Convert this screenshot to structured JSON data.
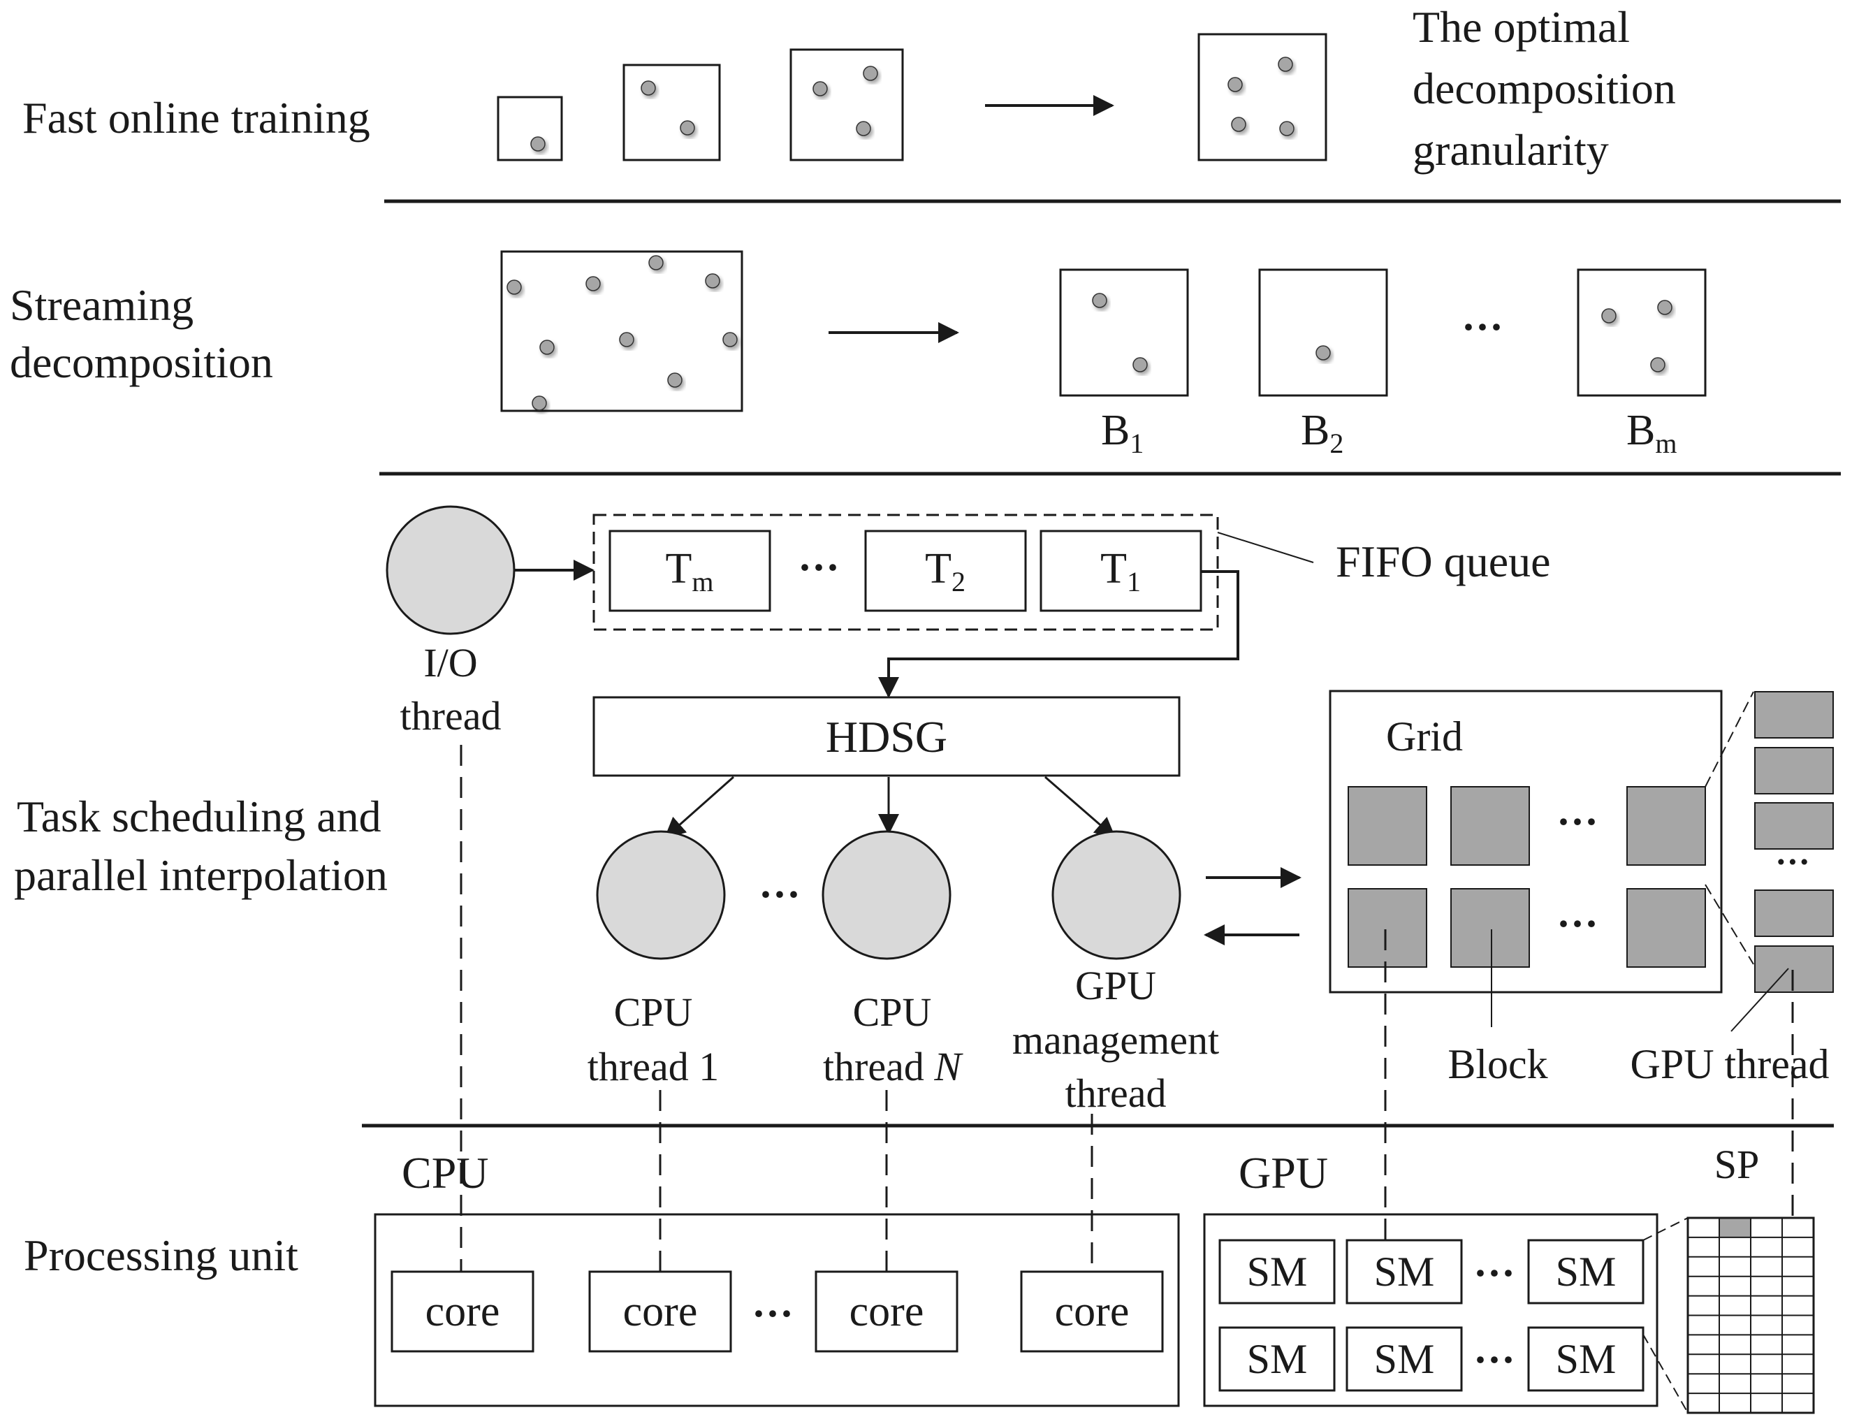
{
  "sections": {
    "training": "Fast online training",
    "streaming_1": "Streaming",
    "streaming_2": "decomposition",
    "scheduling_1": "Task scheduling and",
    "scheduling_2": "parallel interpolation",
    "processing": "Processing unit"
  },
  "training": {
    "result_1": "The optimal",
    "result_2": "decomposition",
    "result_3": "granularity"
  },
  "streaming": {
    "ellipsis": "···",
    "blocks": [
      {
        "base": "B",
        "sub": "1"
      },
      {
        "base": "B",
        "sub": "2"
      },
      {
        "base": "B",
        "sub": "m"
      }
    ]
  },
  "queue": {
    "label": "FIFO queue",
    "ellipsis": "···",
    "tasks": [
      {
        "base": "T",
        "sub": "m"
      },
      {
        "base": "T",
        "sub": "2"
      },
      {
        "base": "T",
        "sub": "1"
      }
    ]
  },
  "io_thread": {
    "line1": "I/O",
    "line2": "thread"
  },
  "hdsg": "HDSG",
  "threads": {
    "cpu1_line1": "CPU",
    "cpu1_line2": "thread 1",
    "cpun_line1": "CPU",
    "cpun_line2_a": "thread ",
    "cpun_line2_b": "N",
    "gpu_line1": "GPU",
    "gpu_line2": "management",
    "gpu_line3": "thread",
    "ellipsis": "···"
  },
  "grid": {
    "label": "Grid",
    "block_label": "Block",
    "gpu_thread_label": "GPU thread",
    "ellipsis": "···"
  },
  "processing": {
    "cpu_label": "CPU",
    "gpu_label": "GPU",
    "sp_label": "SP",
    "core_label": "core",
    "sm_label": "SM",
    "ellipsis": "···"
  },
  "colors": {
    "line": "#1a1a1a",
    "dot_fill": "#a6a6a6",
    "circle_fill": "#d9d9d9",
    "block_fill": "#a6a6a6",
    "background": "#ffffff"
  }
}
